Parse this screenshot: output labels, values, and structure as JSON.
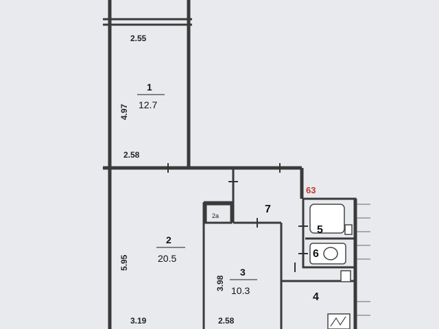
{
  "colors": {
    "background": "#e9ebee",
    "wall": "#3a3a3a",
    "marker": "#c0392b"
  },
  "rooms": [
    {
      "number": "1",
      "area": "12.7"
    },
    {
      "number": "2",
      "area": "20.5"
    },
    {
      "number": "3",
      "area": "10.3"
    },
    {
      "number": "4"
    },
    {
      "number": "5"
    },
    {
      "number": "6"
    },
    {
      "number": "7"
    }
  ],
  "dimensions": {
    "room1_top_width": "2.55",
    "room1_height": "4.97",
    "room1_bottom_width": "2.58",
    "room2_height": "5.95",
    "room2_bottom_width": "3.19",
    "room3_height": "3.98",
    "room3_bottom_width": "2.58"
  },
  "closet_label": "2a",
  "marker": "63",
  "icons": [
    "sink-icon",
    "bathtub-icon",
    "toilet-icon",
    "stove-icon"
  ]
}
